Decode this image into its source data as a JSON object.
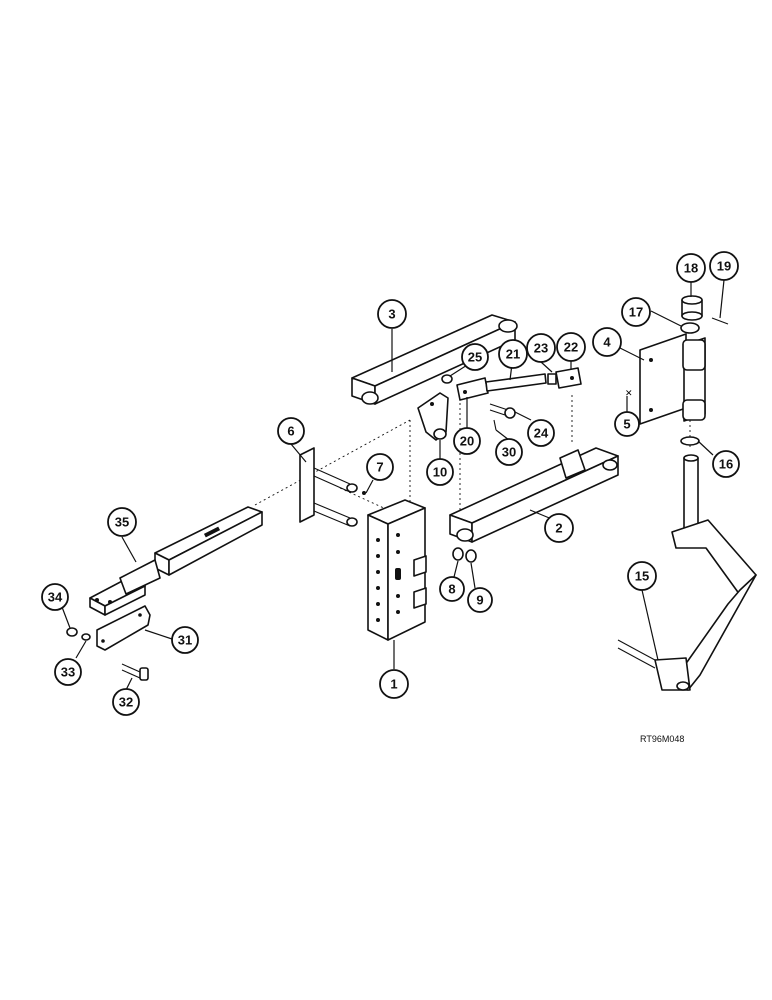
{
  "diagram": {
    "reference_code": "RT96M048",
    "callouts": [
      "1",
      "2",
      "3",
      "4",
      "5",
      "6",
      "7",
      "8",
      "9",
      "10",
      "15",
      "16",
      "17",
      "18",
      "19",
      "20",
      "21",
      "22",
      "23",
      "24",
      "25",
      "30",
      "31",
      "32",
      "33",
      "34",
      "35"
    ]
  }
}
